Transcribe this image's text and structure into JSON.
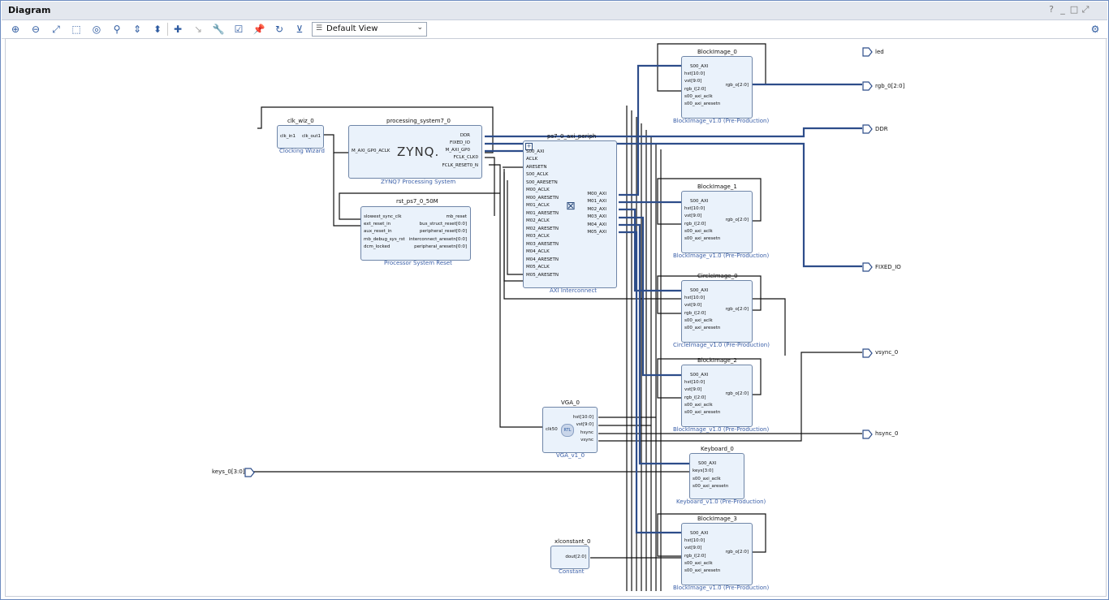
{
  "window": {
    "title": "Diagram",
    "controls": [
      "?",
      "_",
      "□",
      "⤢"
    ]
  },
  "toolbar": {
    "buttons": [
      "zoom-in-icon",
      "zoom-out-icon",
      "zoom-fit-icon",
      "zoom-area-icon",
      "auto-fit-icon",
      "search-icon",
      "collapse-icon",
      "expand-icon",
      "add-ip-icon",
      "make-connection-icon",
      "properties-icon",
      "validate-icon",
      "pin-icon",
      "regenerate-icon",
      "optimize-routing-icon"
    ],
    "view_select": "Default View",
    "settings_icon": "gear-icon"
  },
  "blocks": {
    "clk_wiz": {
      "name": "clk_wiz_0",
      "sub": "Clocking Wizard",
      "inputs": [
        "clk_in1"
      ],
      "outputs": [
        "clk_out1"
      ]
    },
    "ps7": {
      "name": "processing_system7_0",
      "sub": "ZYNQ7 Processing System",
      "logo": "ZYNQ.",
      "inputs": [
        "M_AXI_GP0_ACLK"
      ],
      "outputs": [
        "DDR",
        "FIXED_IO",
        "M_AXI_GP0",
        "FCLK_CLK0",
        "FCLK_RESET0_N"
      ]
    },
    "rst": {
      "name": "rst_ps7_0_50M",
      "sub": "Processor System Reset",
      "inputs": [
        "slowest_sync_clk",
        "ext_reset_in",
        "aux_reset_in",
        "mb_debug_sys_rst",
        "dcm_locked"
      ],
      "outputs": [
        "mb_reset",
        "bus_struct_reset[0:0]",
        "peripheral_reset[0:0]",
        "interconnect_aresetn[0:0]",
        "peripheral_aresetn[0:0]"
      ]
    },
    "axi": {
      "name": "ps7_0_axi_periph",
      "sub": "AXI Interconnect",
      "inputs": [
        "S00_AXI",
        "ACLK",
        "ARESETN",
        "S00_ACLK",
        "S00_ARESETN",
        "M00_ACLK",
        "M00_ARESETN",
        "M01_ACLK",
        "M01_ARESETN",
        "M02_ACLK",
        "M02_ARESETN",
        "M03_ACLK",
        "M03_ARESETN",
        "M04_ACLK",
        "M04_ARESETN",
        "M05_ACLK",
        "M05_ARESETN"
      ],
      "outputs": [
        "M00_AXI",
        "M01_AXI",
        "M02_AXI",
        "M03_AXI",
        "M04_AXI",
        "M05_AXI"
      ]
    },
    "vga": {
      "name": "VGA_0",
      "sub": "VGA_v1_0",
      "badge": "RTL",
      "inputs": [
        "clk50"
      ],
      "outputs": [
        "hst[10:0]",
        "vst[9:0]",
        "hsync",
        "vsync"
      ]
    },
    "xlconst": {
      "name": "xlconstant_0",
      "sub": "Constant",
      "outputs": [
        "dout[2:0]"
      ]
    },
    "bi0": {
      "name": "BlockImage_0",
      "sub": "BlockImage_v1.0 (Pre-Production)",
      "inputs": [
        "S00_AXI",
        "hst[10:0]",
        "vst[9:0]",
        "rgb_i[2:0]",
        "s00_axi_aclk",
        "s00_axi_aresetn"
      ],
      "outputs": [
        "rgb_o[2:0]"
      ]
    },
    "bi1": {
      "name": "BlockImage_1",
      "sub": "BlockImage_v1.0 (Pre-Production)",
      "inputs": [
        "S00_AXI",
        "hst[10:0]",
        "vst[9:0]",
        "rgb_i[2:0]",
        "s00_axi_aclk",
        "s00_axi_aresetn"
      ],
      "outputs": [
        "rgb_o[2:0]"
      ]
    },
    "ci0": {
      "name": "CircleImage_0",
      "sub": "CircleImage_v1.0 (Pre-Production)",
      "inputs": [
        "S00_AXI",
        "hst[10:0]",
        "vst[9:0]",
        "rgb_i[2:0]",
        "s00_axi_aclk",
        "s00_axi_aresetn"
      ],
      "outputs": [
        "rgb_o[2:0]"
      ]
    },
    "bi2": {
      "name": "BlockImage_2",
      "sub": "BlockImage_v1.0 (Pre-Production)",
      "inputs": [
        "S00_AXI",
        "hst[10:0]",
        "vst[9:0]",
        "rgb_i[2:0]",
        "s00_axi_aclk",
        "s00_axi_aresetn"
      ],
      "outputs": [
        "rgb_o[2:0]"
      ]
    },
    "kb0": {
      "name": "Keyboard_0",
      "sub": "Keyboard_v1.0 (Pre-Production)",
      "inputs": [
        "S00_AXI",
        "keys[3:0]",
        "s00_axi_aclk",
        "s00_axi_aresetn"
      ],
      "outputs": []
    },
    "bi3": {
      "name": "BlockImage_3",
      "sub": "BlockImage_v1.0 (Pre-Production)",
      "inputs": [
        "S00_AXI",
        "hst[10:0]",
        "vst[9:0]",
        "rgb_i[2:0]",
        "s00_axi_aclk",
        "s00_axi_aresetn"
      ],
      "outputs": [
        "rgb_o[2:0]"
      ]
    }
  },
  "ports": {
    "led": "led",
    "rgb": "rgb_0[2:0]",
    "ddr": "DDR",
    "fixed_io": "FIXED_IO",
    "vsync": "vsync_0",
    "hsync": "hsync_0",
    "keys": "keys_0[3:0]"
  },
  "colors": {
    "block_fill": "#eaf2fb",
    "block_border": "#6f86a8",
    "bus_wire": "#2d4d8a",
    "net_wire": "#111111",
    "subtitle": "#3a5fa8"
  }
}
